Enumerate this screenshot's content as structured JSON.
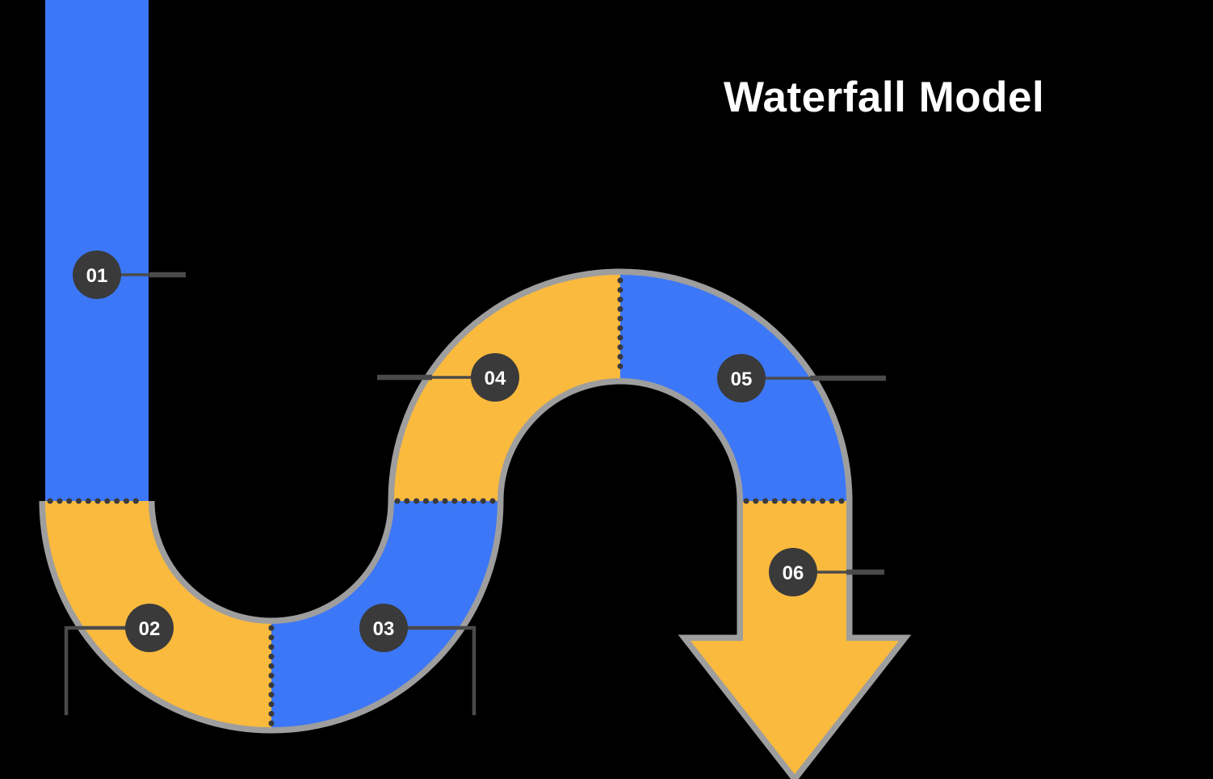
{
  "title": "Waterfall Model",
  "colors": {
    "background": "#000000",
    "blue": "#3C77F7",
    "orange": "#FABA3E",
    "step_circle": "#3A3A3A",
    "step_number_text": "#FFFFFF",
    "leader_line": "#4A4A4A",
    "separator_dots": "#3A3A3A",
    "shape_shadow": "#9E9E9E",
    "title_text": "#FFFFFF"
  },
  "steps": [
    {
      "number": "01",
      "band_color": "blue"
    },
    {
      "number": "02",
      "band_color": "orange"
    },
    {
      "number": "03",
      "band_color": "blue"
    },
    {
      "number": "04",
      "band_color": "orange"
    },
    {
      "number": "05",
      "band_color": "blue"
    },
    {
      "number": "06",
      "band_color": "orange"
    }
  ]
}
